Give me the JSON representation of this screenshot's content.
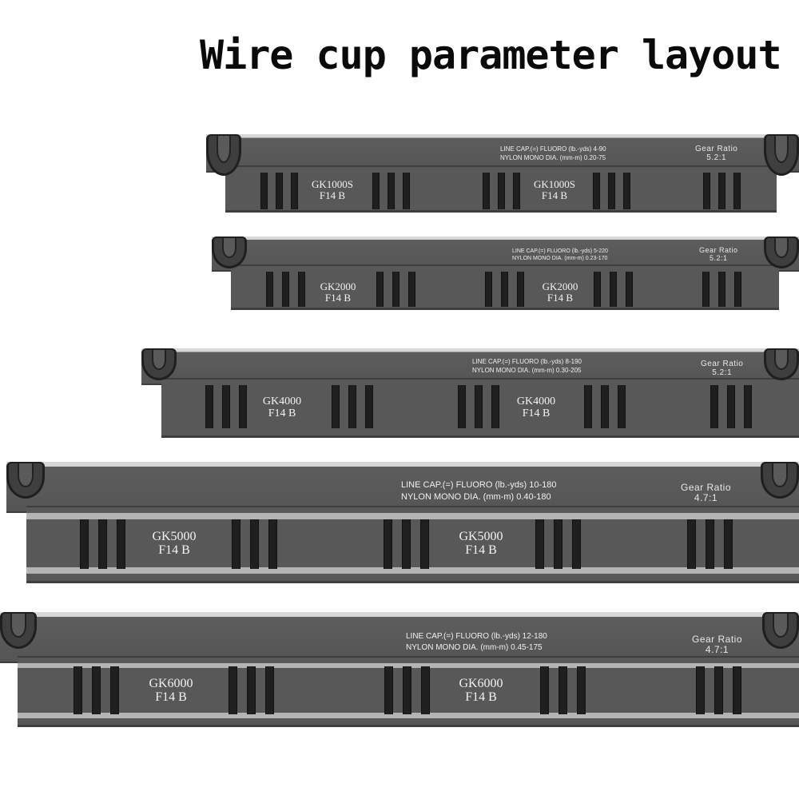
{
  "title": "Wire cup parameter layout",
  "colors": {
    "strip": "#555555",
    "bars": "#1f1f1f",
    "band": "#b4b4b4"
  },
  "strips": [
    {
      "model": "GK1000S",
      "code": "F14 B",
      "fluoro": "LINE CAP.(=) FLUORO (lb.-yds) 4-90",
      "nylon": "NYLON MONO DIA. (mm-m) 0.20-75",
      "gear_label": "Gear Ratio",
      "gear_ratio": "5.2:1"
    },
    {
      "model": "GK2000",
      "code": "F14 B",
      "fluoro": "LINE CAP.(=) FLUORO (lb.-yds) 5-220",
      "nylon": "NYLON MONO DIA. (mm-m) 0.23-170",
      "gear_label": "Gear Ratio",
      "gear_ratio": "5.2:1"
    },
    {
      "model": "GK4000",
      "code": "F14 B",
      "fluoro": "LINE CAP.(=) FLUORO (lb.-yds) 8-190",
      "nylon": "NYLON MONO DIA. (mm-m) 0.30-205",
      "gear_label": "Gear Ratio",
      "gear_ratio": "5.2:1"
    },
    {
      "model": "GK5000",
      "code": "F14 B",
      "fluoro": "LINE CAP.(=) FLUORO (lb.-yds) 10-180",
      "nylon": "NYLON MONO DIA. (mm-m) 0.40-180",
      "gear_label": "Gear Ratio",
      "gear_ratio": "4.7:1"
    },
    {
      "model": "GK6000",
      "code": "F14 B",
      "fluoro": "LINE CAP.(=) FLUORO (lb.-yds) 12-180",
      "nylon": "NYLON MONO DIA. (mm-m) 0.45-175",
      "gear_label": "Gear Ratio",
      "gear_ratio": "4.7:1"
    }
  ]
}
